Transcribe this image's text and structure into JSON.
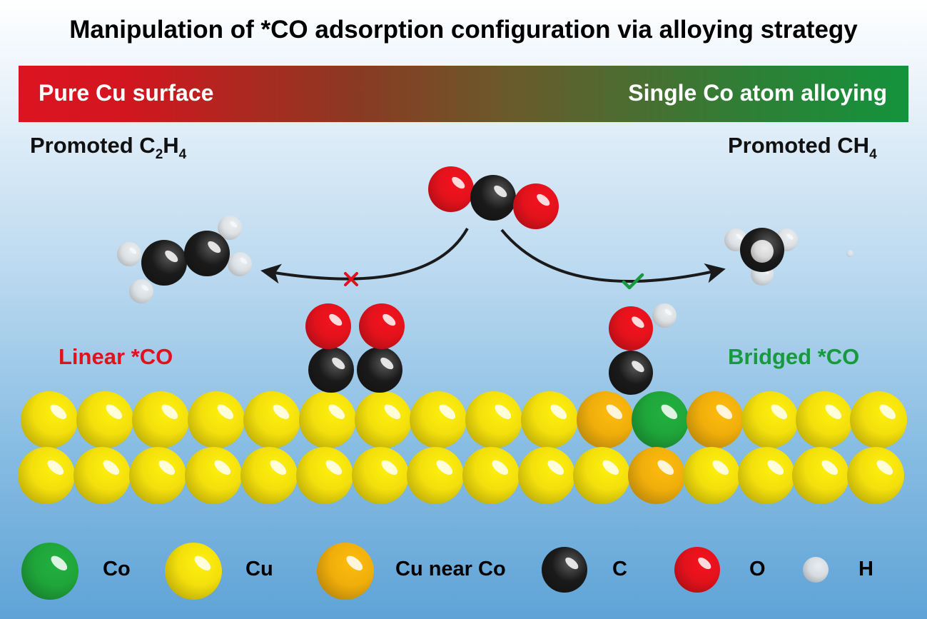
{
  "title": "Manipulation of *CO adsorption configuration via alloying strategy",
  "banner": {
    "left_label": "Pure Cu surface",
    "right_label": "Single Co atom alloying"
  },
  "products": {
    "left": {
      "prefix": "Promoted C",
      "sub1": "2",
      "mid": "H",
      "sub2": "4"
    },
    "right": {
      "prefix": "Promoted CH",
      "sub1": "4"
    }
  },
  "modes": {
    "left": "Linear *CO",
    "right": "Bridged *CO"
  },
  "pathways": {
    "left_marker": "cross-icon",
    "right_marker": "check-icon"
  },
  "legend": [
    {
      "label": "Co",
      "color": "#1fa53a"
    },
    {
      "label": "Cu",
      "color": "#f3df0c"
    },
    {
      "label": "Cu near Co",
      "color": "#f0ae0b"
    },
    {
      "label": "C",
      "color": "#1a1a1a"
    },
    {
      "label": "O",
      "color": "#e3121c"
    },
    {
      "label": "H",
      "color": "#e2e2e2"
    }
  ],
  "colors": {
    "cu": "#f3df0c",
    "cu_near_co": "#f0ae0b",
    "co": "#1fa53a",
    "carbon": "#1a1a1a",
    "oxygen": "#e3121c",
    "hydrogen": "#e2e2e2",
    "fail": "#e0121e",
    "success": "#179a3d"
  }
}
